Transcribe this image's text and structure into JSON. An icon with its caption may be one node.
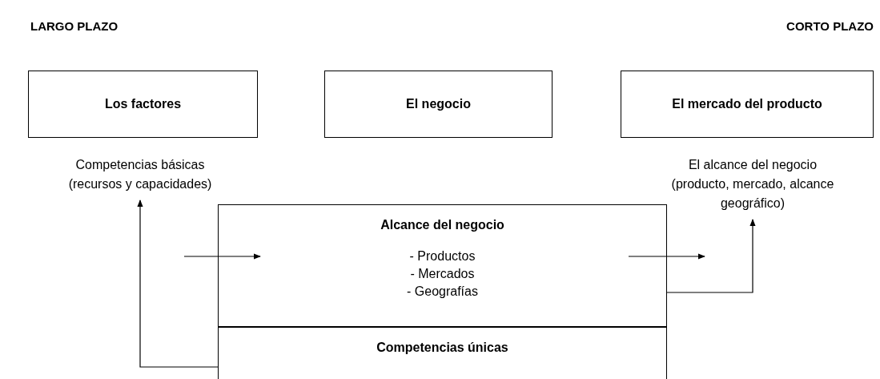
{
  "diagram": {
    "nodes": [
      {
        "text": [
          "Los factores"
        ]
      },
      {
        "text": [
          "El negocio"
        ]
      },
      {
        "text": [
          "El mercado del producto"
        ]
      },
      {
        "text": [
          "Competencias básicas (recursos y capacidades)"
        ]
      },
      {
        "text": [
          "El alcance del negocio (producto, mercado, alcance geográfico)"
        ]
      },
      {
        "text": [
          "Alcance del negocio",
          "- Productos",
          "- Mercados",
          "- Geografías"
        ]
      },
      {
        "text": [
          "Competencias únicas"
        ]
      }
    ],
    "edges": [
      {
        "from": 6,
        "to": 3,
        "arrow": "to"
      },
      {
        "from": 5,
        "to": 4,
        "arrow": "to"
      },
      {
        "from": null,
        "to": 5,
        "arrow": "to"
      },
      {
        "from": 5,
        "to": null,
        "arrow": "to"
      }
    ],
    "labels": [
      "LARGO PLAZO",
      "CORTO PLAZO"
    ]
  }
}
